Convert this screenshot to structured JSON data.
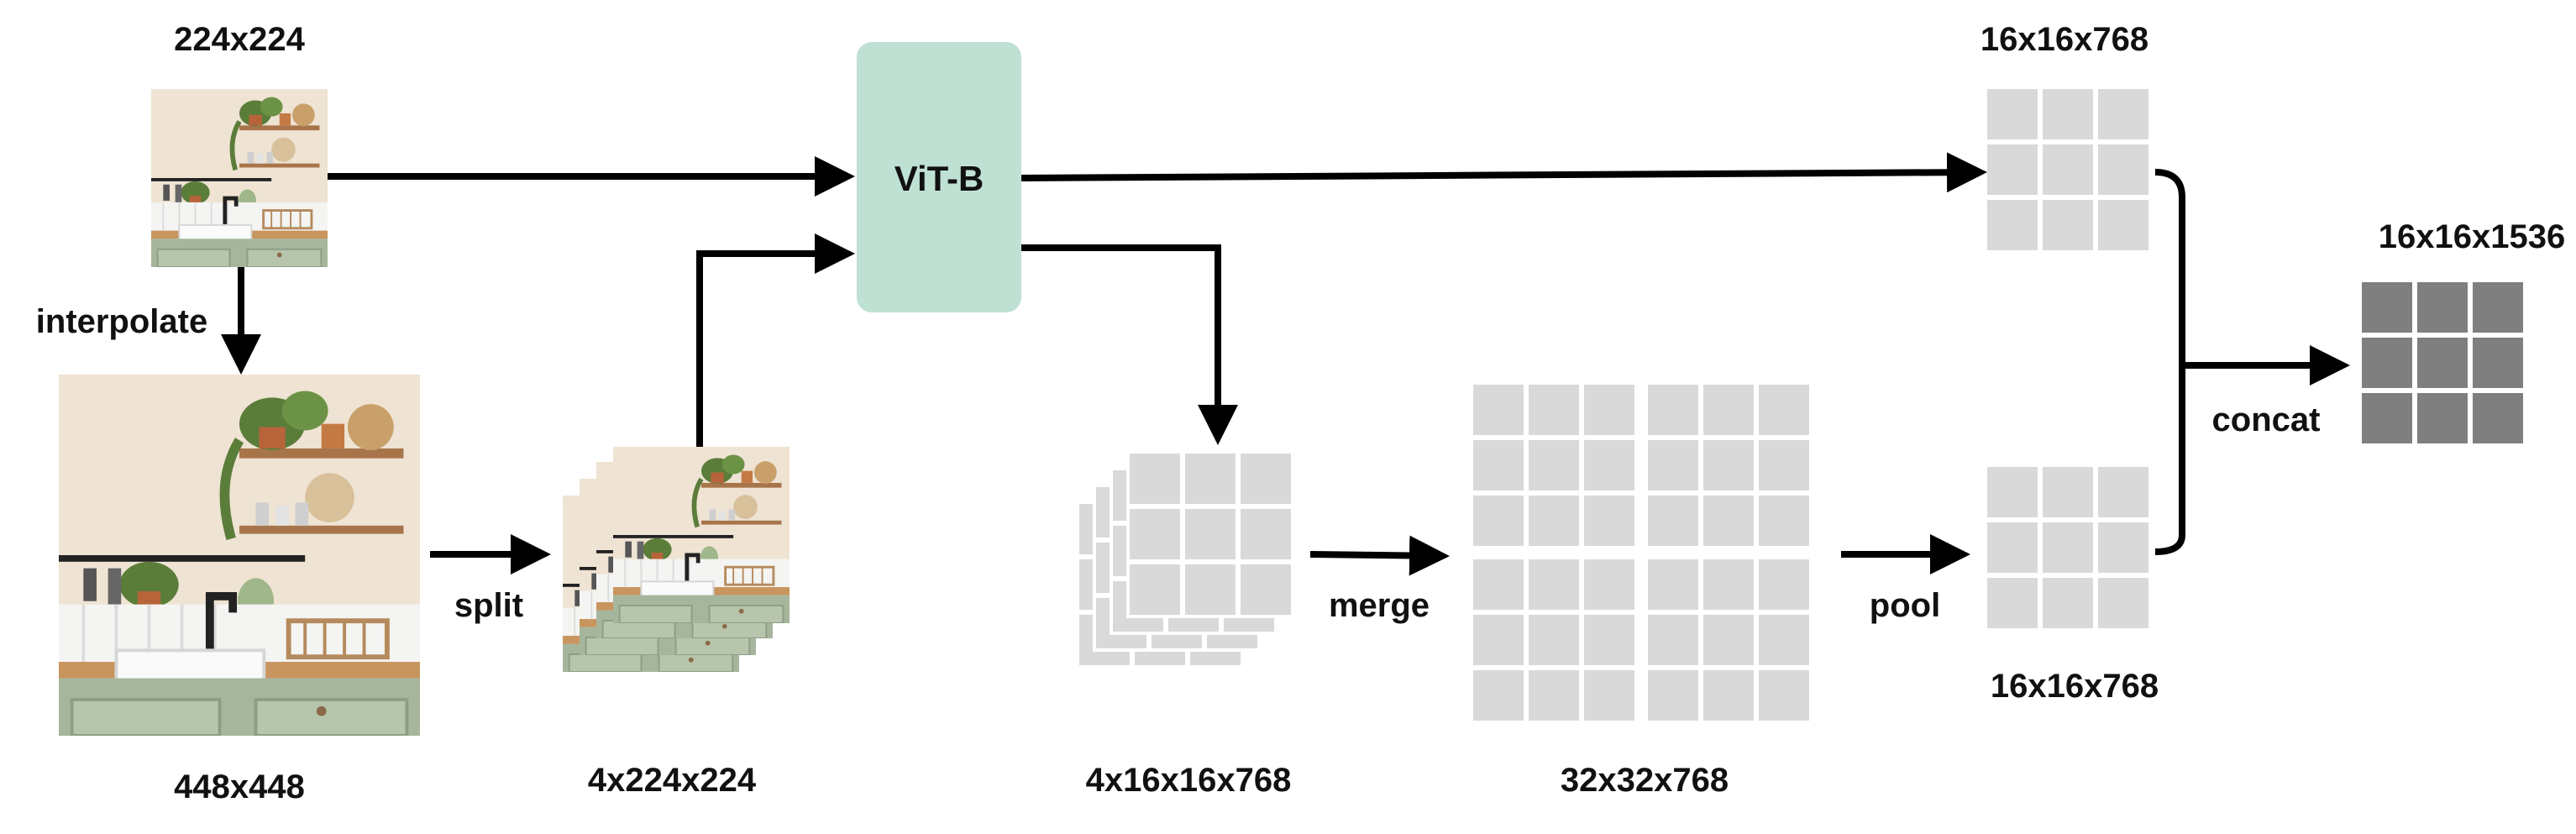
{
  "diagram": {
    "input_small": {
      "size_label": "224x224"
    },
    "input_large": {
      "size_label": "448x448"
    },
    "crops": {
      "size_label": "4x224x224"
    },
    "backbone": {
      "label": "ViT-B"
    },
    "features_global_top": {
      "size_label": "16x16x768"
    },
    "features_split": {
      "size_label": "4x16x16x768"
    },
    "features_merged": {
      "size_label": "32x32x768"
    },
    "features_pooled": {
      "size_label": "16x16x768"
    },
    "features_concat": {
      "size_label": "16x16x1536"
    },
    "ops": {
      "interpolate": "interpolate",
      "split": "split",
      "merge": "merge",
      "pool": "pool",
      "concat": "concat"
    }
  },
  "colors": {
    "vit_block": "#bfe1d3",
    "feature_cell": "#d9d9d9",
    "concat_cell": "#7f7f7f",
    "arrow": "#000000"
  },
  "images": {
    "kitchen_photo": "kitchen-photo-icon"
  }
}
